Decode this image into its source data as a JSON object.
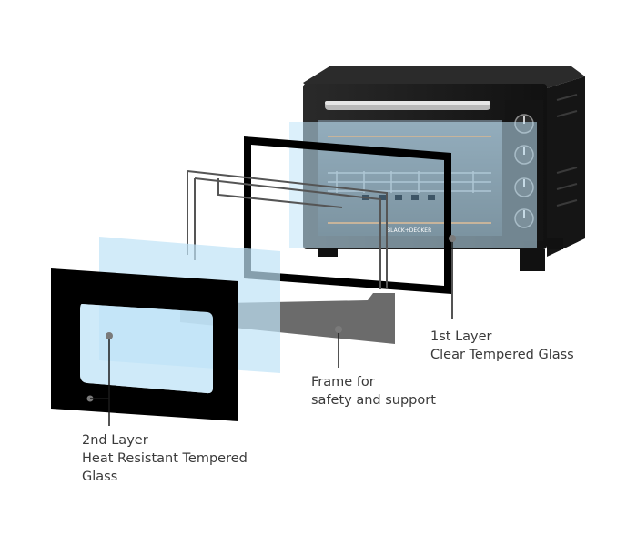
{
  "image": {
    "subject": "toaster oven door with exploded layers",
    "oven_brand_logo": "BLACK+DECKER",
    "colors": {
      "background": "#ffffff",
      "oven_body": "#1b1b1b",
      "glass_tint": "#bfe3f7",
      "frame_plate": "#6b6b6b",
      "leader_line": "#1a1a1a",
      "caption_text": "#3a3a3a"
    }
  },
  "callouts": {
    "first_layer": {
      "line1": "1st Layer",
      "line2": "Clear Tempered Glass"
    },
    "frame": {
      "line1": "Frame for",
      "line2": "safety and support"
    },
    "second_layer": {
      "line1": "2nd Layer",
      "line2": "Heat Resistant Tempered",
      "line3": "Glass"
    }
  }
}
